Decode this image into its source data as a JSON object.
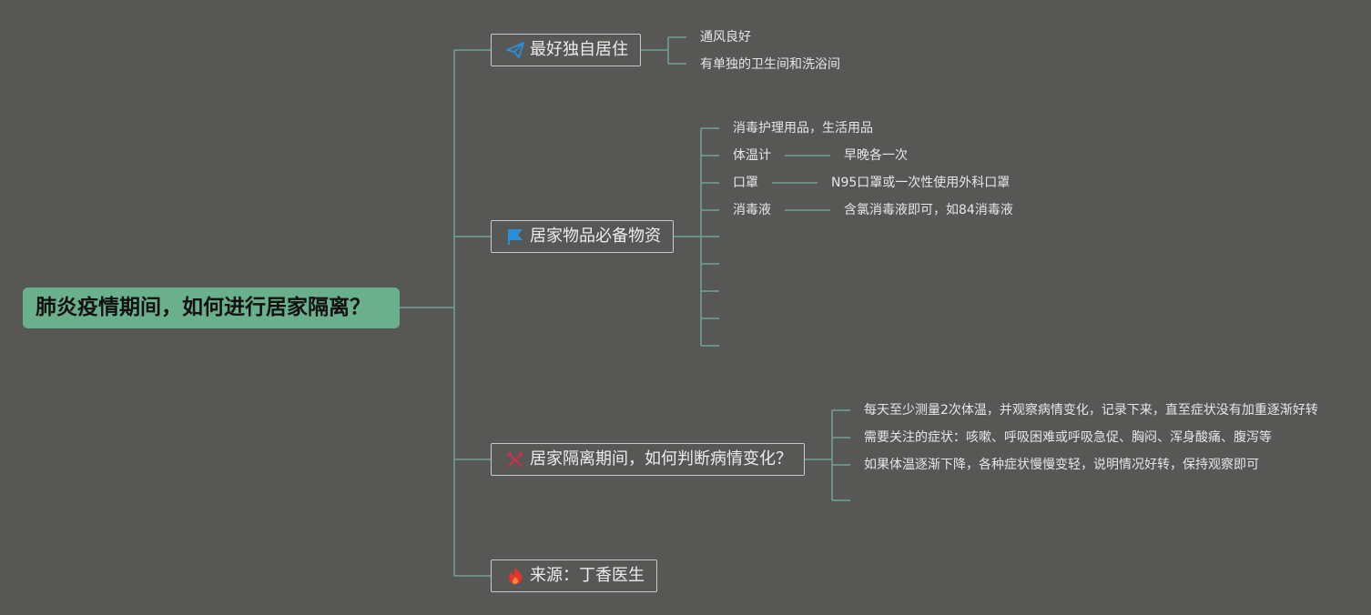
{
  "root": {
    "title": "肺炎疫情期间，如何进行居家隔离？"
  },
  "branches": [
    {
      "label": "最好独自居住",
      "icon": "paper-plane-icon",
      "icon_color": "#2a8fd6",
      "children": [
        "通风良好",
        "有单独的卫生间和洗浴间"
      ]
    },
    {
      "label": "居家物品必备物资",
      "icon": "flag-icon",
      "icon_color": "#2a8fd6",
      "children": [
        {
          "label": "消毒护理用品，生活用品"
        },
        {
          "label": "体温计",
          "detail": "早晚各一次"
        },
        {
          "label": "口罩",
          "detail": "N95口罩或一次性使用外科口罩"
        },
        {
          "label": "消毒液",
          "detail": "含氯消毒液即可，如84消毒液"
        }
      ]
    },
    {
      "label": "居家隔离期间，如何判断病情变化？",
      "icon": "crossed-tools-icon",
      "icon_color": "#c8324a",
      "children": [
        "每天至少测量2次体温，并观察病情变化，记录下来，直至症状没有加重逐渐好转",
        "需要关注的症状：咳嗽、呼吸困难或呼吸急促、胸闷、浑身酸痛、腹泻等",
        "如果体温逐渐下降，各种症状慢慢变轻，说明情况好转，保持观察即可"
      ]
    },
    {
      "label": "来源：丁香医生",
      "icon": "fire-icon",
      "icon_color": "#e8322a"
    }
  ],
  "colors": {
    "background": "#575856",
    "connector": "#6fa295",
    "root_fill": "#6bb08c",
    "branch_border": "#c9c9c9"
  }
}
